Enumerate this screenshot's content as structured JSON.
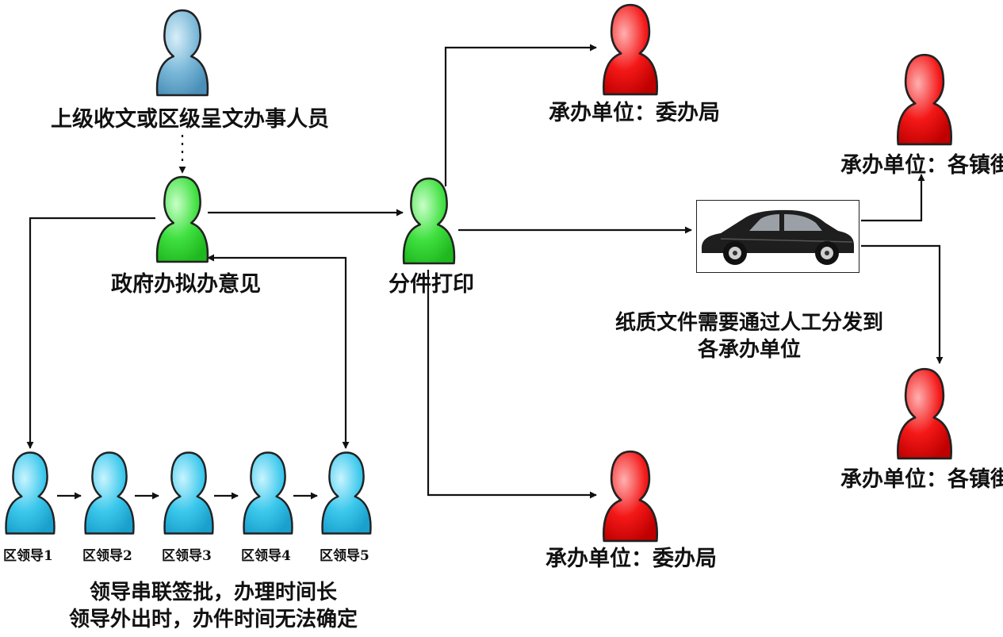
{
  "colors": {
    "submitter": "#6fb0d0",
    "office": "#33dd33",
    "leader": "#33c4e8",
    "unit": "#f01010",
    "line": "#111111"
  },
  "nodes": {
    "submitter": {
      "label": "上级收文或区级呈文办事人员",
      "icon": "person-icon"
    },
    "gov_office": {
      "label": "政府办拟办意见",
      "icon": "person-icon"
    },
    "print": {
      "label": "分件打印",
      "icon": "person-icon"
    },
    "leaders": [
      {
        "label": "区领导1"
      },
      {
        "label": "区领导2"
      },
      {
        "label": "区领导3"
      },
      {
        "label": "区领导4"
      },
      {
        "label": "区领导5"
      }
    ],
    "units": [
      {
        "label": "承办单位：委办局"
      },
      {
        "label": "承办单位：委办局"
      },
      {
        "label": "承办单位：各镇街"
      },
      {
        "label": "承办单位：各镇街"
      }
    ],
    "vehicle": {
      "icon": "car-icon"
    }
  },
  "notes": {
    "leaders_line1": "领导串联签批，办理时间长",
    "leaders_line2": "领导外出时，办件时间无法确定",
    "paper_line1": "纸质文件需要通过人工分发到",
    "paper_line2": "各承办单位"
  }
}
